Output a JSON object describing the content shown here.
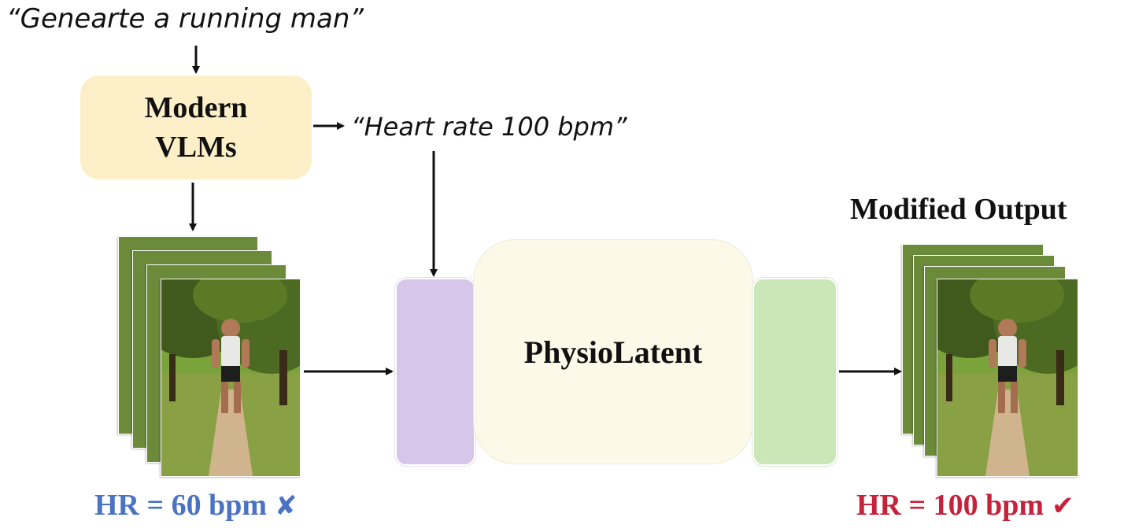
{
  "prompt": {
    "text": "“Geneartе a running man”"
  },
  "vlm": {
    "line1": "Modern",
    "line2": "VLMs"
  },
  "hr_prompt": {
    "text": "“Heart rate 100 bpm”"
  },
  "core": {
    "label": "PhysioLatent"
  },
  "output": {
    "title": "Modified Output"
  },
  "input_hr": {
    "label": "HR = 60 bpm",
    "mark": "✘",
    "color": "#4a73c5",
    "mark_icon": "cross-icon"
  },
  "output_hr": {
    "label": "HR = 100 bpm",
    "mark": "✔",
    "color": "#c8213a",
    "mark_icon": "check-icon"
  },
  "colors": {
    "vlm_box": "#fdefc7",
    "encoder": "#d6c6e9",
    "core": "#fdf9e8",
    "decoder": "#cbe6b7"
  }
}
